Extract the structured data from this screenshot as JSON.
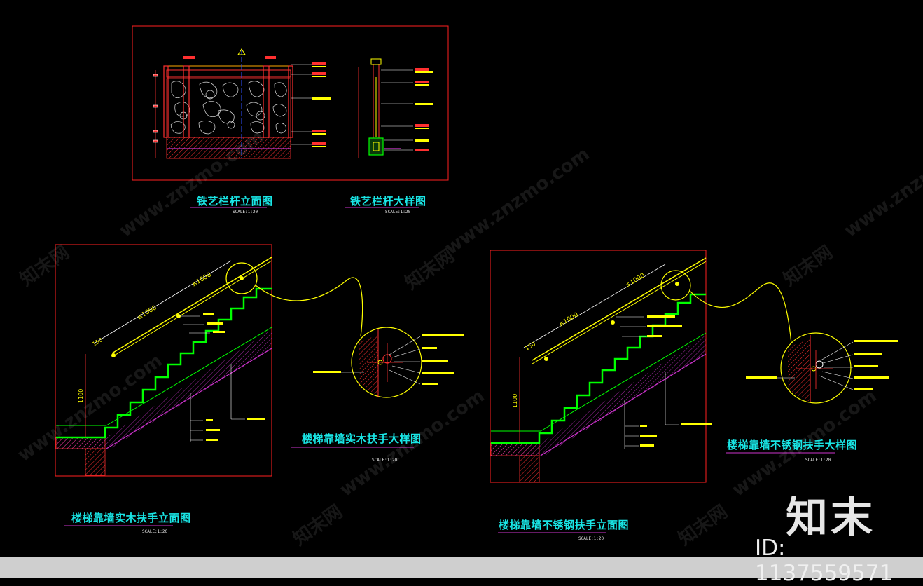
{
  "drawing": {
    "titles": {
      "iron_railing_elevation": "铁艺栏杆立面图",
      "iron_railing_detail": "铁艺栏杆大样图",
      "wood_handrail_detail": "楼梯靠墙实木扶手大样图",
      "wood_handrail_elevation": "楼梯靠墙实木扶手立面图",
      "steel_handrail_detail": "楼梯靠墙不锈钢扶手大样图",
      "steel_handrail_elevation": "楼梯靠墙不锈钢扶手立面图"
    },
    "scales": {
      "iron_railing_elevation": "SCALE:1:20",
      "iron_railing_detail": "SCALE:1:20",
      "wood_handrail_detail": "SCALE:1:20",
      "wood_handrail_elevation": "SCALE:1:20",
      "steel_handrail_detail": "SCALE:1:20",
      "steel_handrail_elevation": "SCALE:1:20"
    },
    "dimensions": {
      "wood_seg1": "≤1000",
      "wood_seg2": "≤1000",
      "wood_end": "150",
      "wood_height": "1100",
      "steel_seg1": "≤1000",
      "steel_seg2": "≤1000",
      "steel_end": "150",
      "steel_height": "1100"
    }
  },
  "watermark": {
    "site_text": "www.znzmo.com",
    "brand_text": "知末网",
    "logo": "知末",
    "id_label": "ID: 1137559571"
  },
  "colors": {
    "background": "#000000",
    "frame_red": "#ff2020",
    "title_cyan": "#19e6e6",
    "leader_yellow": "#ffff00",
    "step_green": "#00ff00",
    "underline_magenta": "#cc33cc"
  }
}
